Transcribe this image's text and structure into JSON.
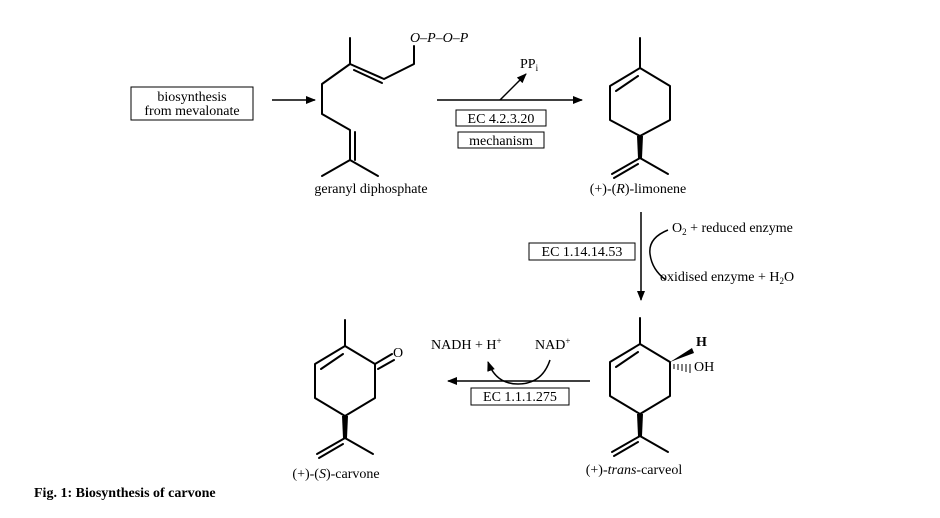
{
  "figure": {
    "caption": "Fig. 1: Biosynthesis of carvone"
  },
  "source_box": {
    "line1": "biosynthesis",
    "line2": "from mevalonate"
  },
  "compounds": {
    "gpp": {
      "name": "geranyl diphosphate",
      "phosphate_chain": "O–P–O–P"
    },
    "limonene": {
      "prefix": "(+)-(",
      "stereo": "R",
      "suffix": ")-limonene"
    },
    "carveol": {
      "prefix": "(+)-",
      "stereo": "trans",
      "suffix": "-carveol",
      "h_label": "H",
      "oh_label": "OH"
    },
    "carvone": {
      "prefix": "(+)-(",
      "stereo": "S",
      "suffix": ")-carvone",
      "o_label": "O"
    }
  },
  "reactions": {
    "step1": {
      "enzyme": "EC 4.2.3.20",
      "note": "mechanism",
      "byproduct": "PP",
      "byproduct_sub": "i"
    },
    "step2": {
      "enzyme": "EC 1.14.14.53",
      "input": "O",
      "input_sub": "2",
      "input_rest": " + reduced enzyme",
      "output": "oxidised enzyme + H",
      "output_sub": "2",
      "output_rest": "O"
    },
    "step3": {
      "enzyme": "EC 1.1.1.275",
      "cofactor_in": "NAD",
      "cofactor_in_sup": "+",
      "cofactor_out": "NADH + H",
      "cofactor_out_sup": "+"
    }
  }
}
